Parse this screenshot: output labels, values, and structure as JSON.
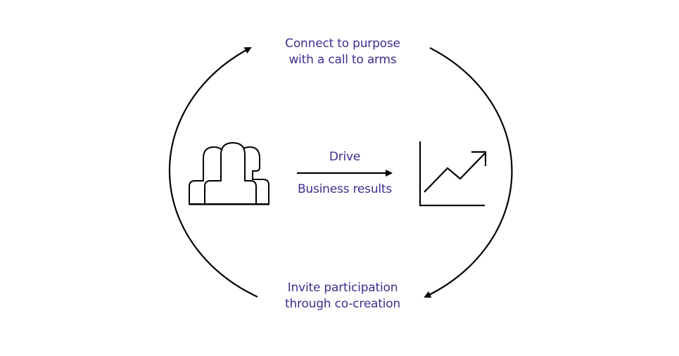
{
  "diagram": {
    "top_label": [
      "Connect to purpose",
      "with a call to arms"
    ],
    "bottom_label": [
      "Invite participation",
      "through co-creation"
    ],
    "center_arrow_top": "Drive",
    "center_arrow_bottom": "Business results",
    "left_icon": "people-group-icon",
    "right_icon": "growth-chart-icon",
    "cycle_direction": "clockwise",
    "colors": {
      "text": "#3d2e8f",
      "lines": "#000000",
      "background": "#ffffff"
    }
  }
}
